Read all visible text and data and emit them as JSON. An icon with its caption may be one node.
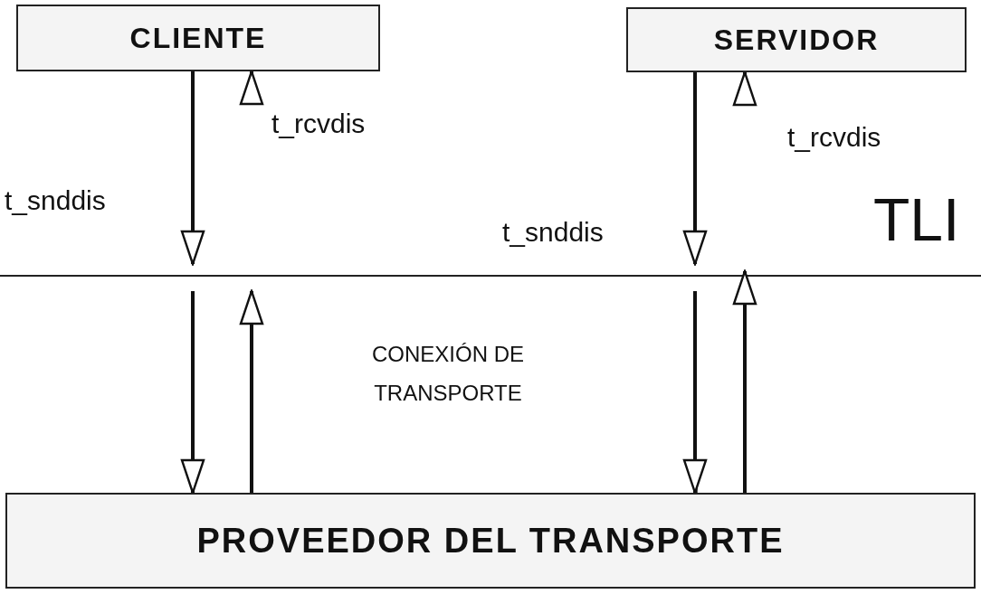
{
  "diagram": {
    "nodes": [
      {
        "text": [
          "CLIENTE"
        ]
      },
      {
        "text": [
          "SERVIDOR"
        ]
      },
      {
        "text": [
          "PROVEEDOR DEL TRANSPORTE"
        ]
      }
    ],
    "edges": [
      {
        "from": 0,
        "to": null,
        "arrow": "to",
        "label": "t_snddis"
      },
      {
        "from": null,
        "to": 0,
        "arrow": "to",
        "label": "t_rcvdis"
      },
      {
        "from": 1,
        "to": null,
        "arrow": "to",
        "label": "t_snddis"
      },
      {
        "from": null,
        "to": 1,
        "arrow": "to",
        "label": "t_rcvdis"
      },
      {
        "from": null,
        "to": 2,
        "arrow": "to"
      },
      {
        "from": 2,
        "to": null,
        "arrow": "to"
      },
      {
        "from": null,
        "to": 2,
        "arrow": "to"
      },
      {
        "from": 2,
        "to": null,
        "arrow": "to"
      }
    ],
    "labels": [
      "TLI",
      "CONEXIÓN DE TRANSPORTE"
    ]
  }
}
